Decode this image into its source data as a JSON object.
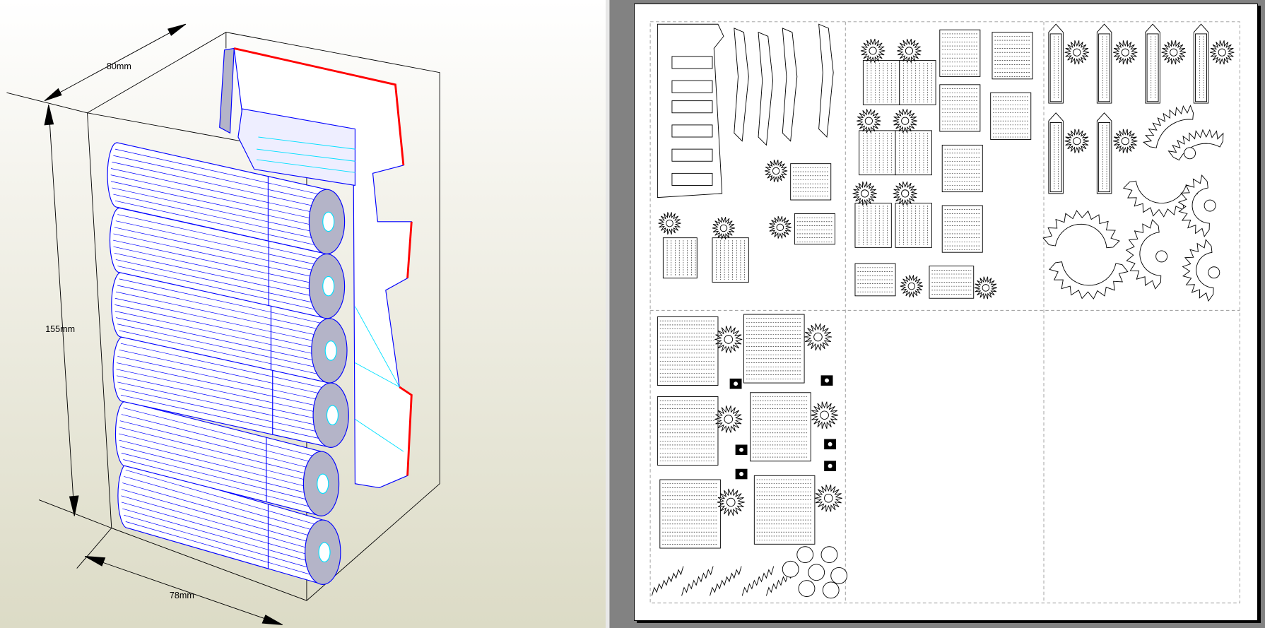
{
  "viewer_3d": {
    "dimensions": {
      "depth": "80mm",
      "height": "155mm",
      "width": "78mm"
    },
    "colors": {
      "edge": "#0000ff",
      "fold": "#00e0ff",
      "cut": "#ff0000",
      "shade": "#b4b4c8"
    }
  },
  "viewer_2d": {
    "grid_pages": {
      "columns": 3,
      "rows": 2
    }
  }
}
